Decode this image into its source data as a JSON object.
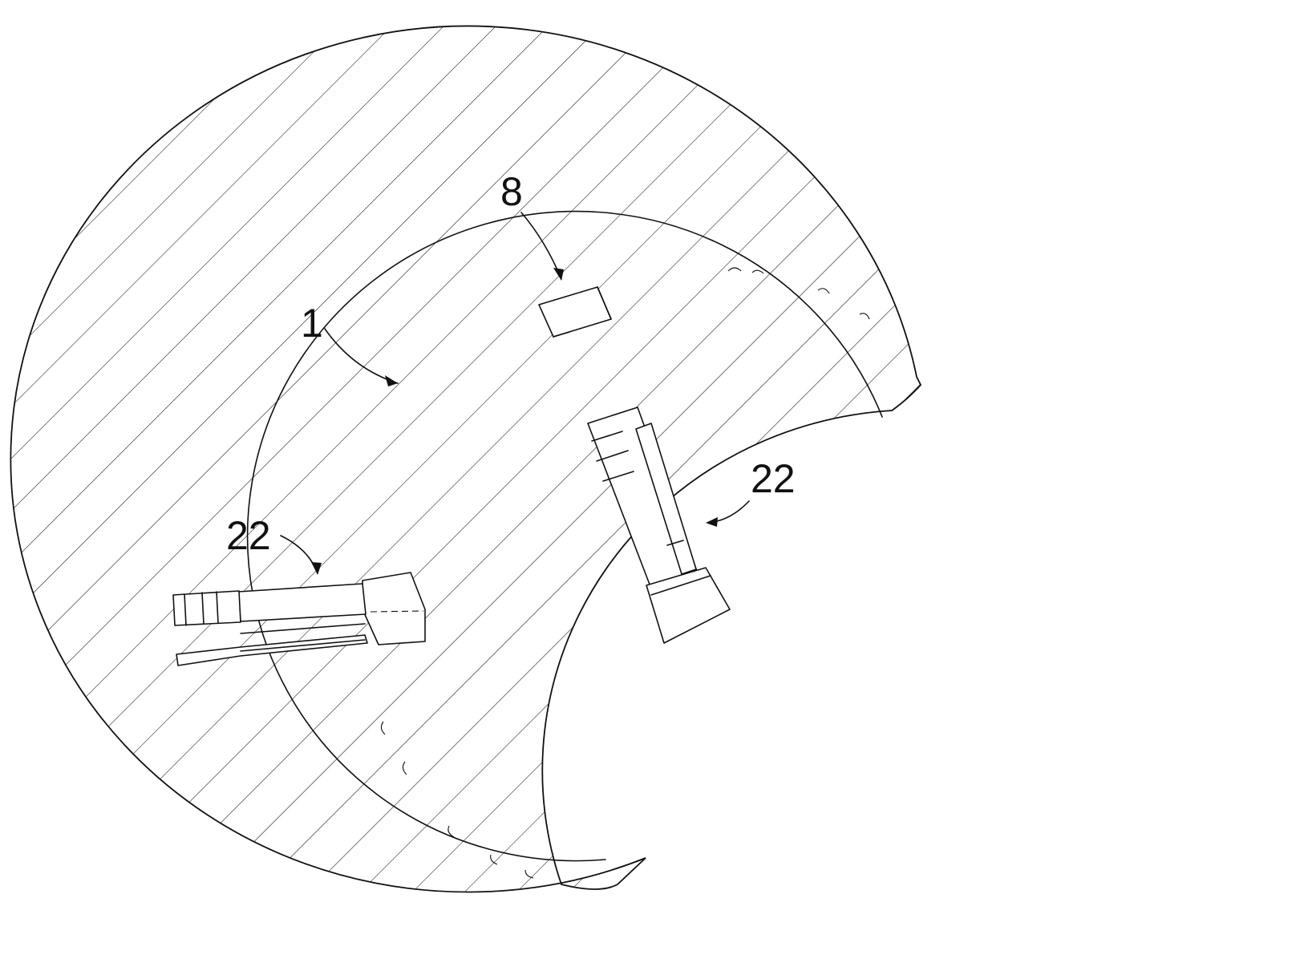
{
  "figure": {
    "labels": {
      "ring": "1",
      "opening": "8",
      "insert_mounted": "22",
      "insert_loose": "22"
    }
  }
}
